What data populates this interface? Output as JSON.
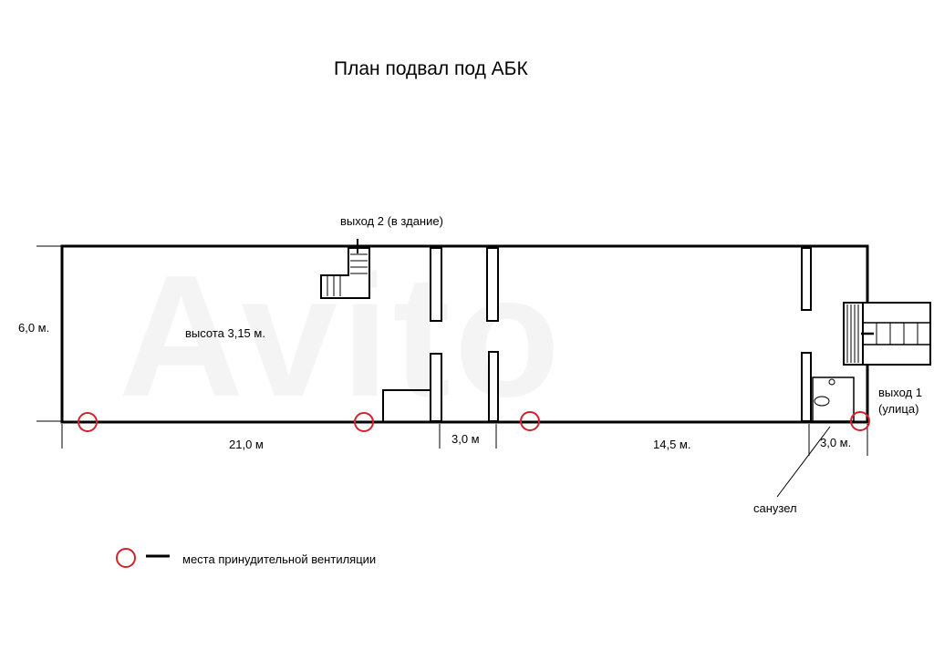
{
  "title": "План подвал под АБК",
  "labels": {
    "exit2": "выход 2 (в здание)",
    "height": "высота 3,15 м.",
    "width_side": "6,0 м.",
    "exit1_line1": "выход 1",
    "exit1_line2": "(улица)",
    "restroom": "санузел"
  },
  "dimensions": [
    "21,0 м",
    "3,0 м",
    "14,5 м.",
    "3,0 м."
  ],
  "legend": {
    "text": "места принудительной вентиляции",
    "circle_color": "#d2232a",
    "line_color": "#000000"
  },
  "watermark": "Avito",
  "colors": {
    "wall": "#000000",
    "vent": "#d2232a",
    "background": "#ffffff"
  }
}
